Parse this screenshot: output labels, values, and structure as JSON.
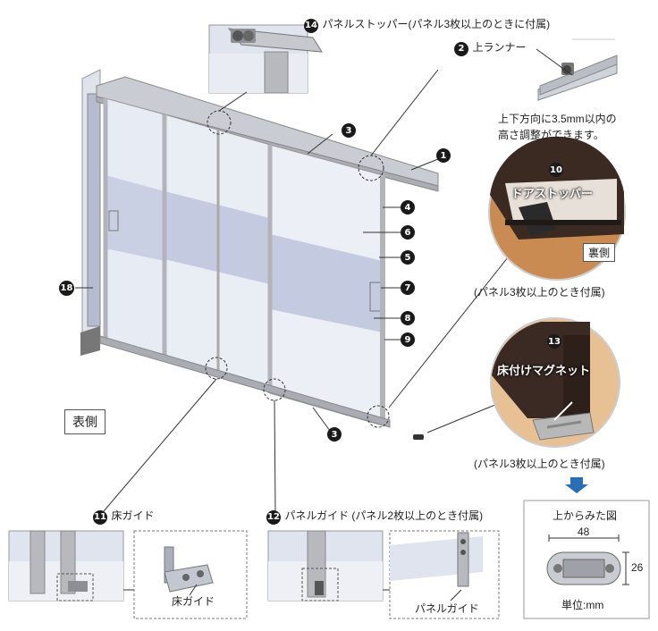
{
  "callouts": {
    "c14": {
      "num": "14",
      "text": "パネルストッパー(パネル3枚以上のときに付属)"
    },
    "c2": {
      "num": "2",
      "text": "上ランナー"
    },
    "c2_note_line1": "上下方向に3.5mm以内の",
    "c2_note_line2": "高さ調整ができます。",
    "c10": {
      "num": "10",
      "text": "ドアストッパー"
    },
    "c10_back": "裏側",
    "c10_note": "(パネル3枚以上のとき付属)",
    "c13": {
      "num": "13",
      "text": "床付けマグネット"
    },
    "c13_note": "(パネル3枚以上のとき付属)",
    "front_side": "表側",
    "c11": {
      "num": "11",
      "text": "床ガイド"
    },
    "c11_detail": "床ガイド",
    "c12": {
      "num": "12",
      "text": "パネルガイド (パネル2枚以上のとき付属)"
    },
    "c12_detail": "パネルガイド",
    "top_view": {
      "title": "上からみた図",
      "width": "48",
      "height": "26",
      "unit": "単位:mm"
    },
    "numbers": [
      "1",
      "3",
      "4",
      "6",
      "5",
      "7",
      "8",
      "9",
      "3",
      "18"
    ]
  },
  "colors": {
    "badge": "#1a1a1a",
    "arrow": "#2a6fb5",
    "glass": "#dfe4ef",
    "glass_dark": "#c4cbe0",
    "frame": "#b7b9bf"
  }
}
